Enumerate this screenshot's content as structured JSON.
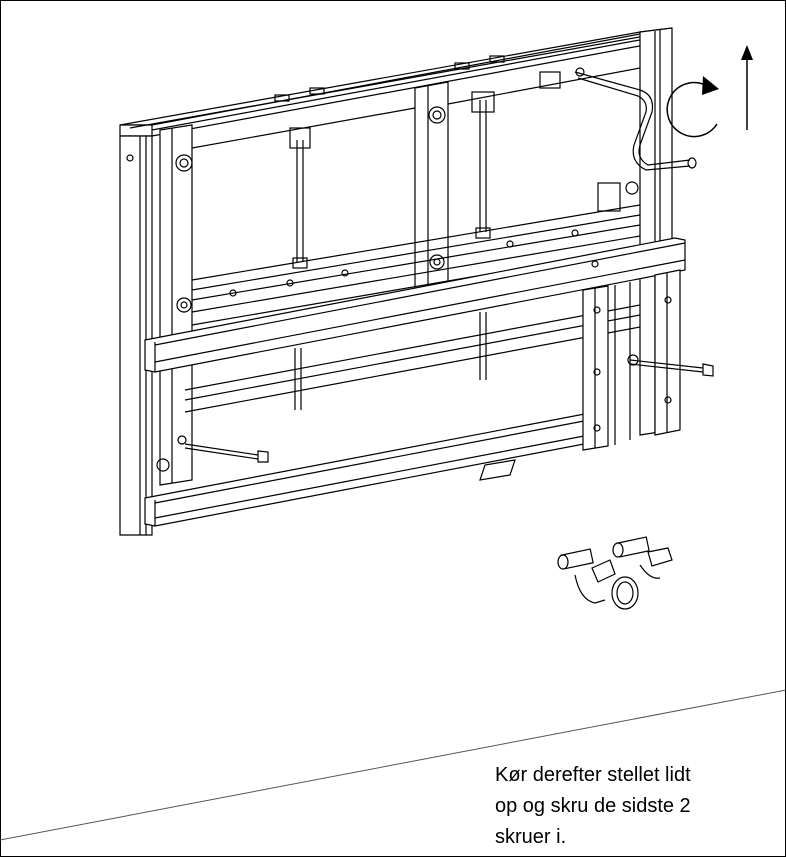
{
  "instruction": {
    "lines": [
      "Kør derefter stellet lidt",
      "op og skru de sidste 2",
      "skruer i."
    ]
  },
  "icons": {
    "rotate": "clockwise-rotation-icon",
    "lift": "arrow-up-icon"
  },
  "colors": {
    "line": "#000000",
    "background": "#ffffff"
  }
}
